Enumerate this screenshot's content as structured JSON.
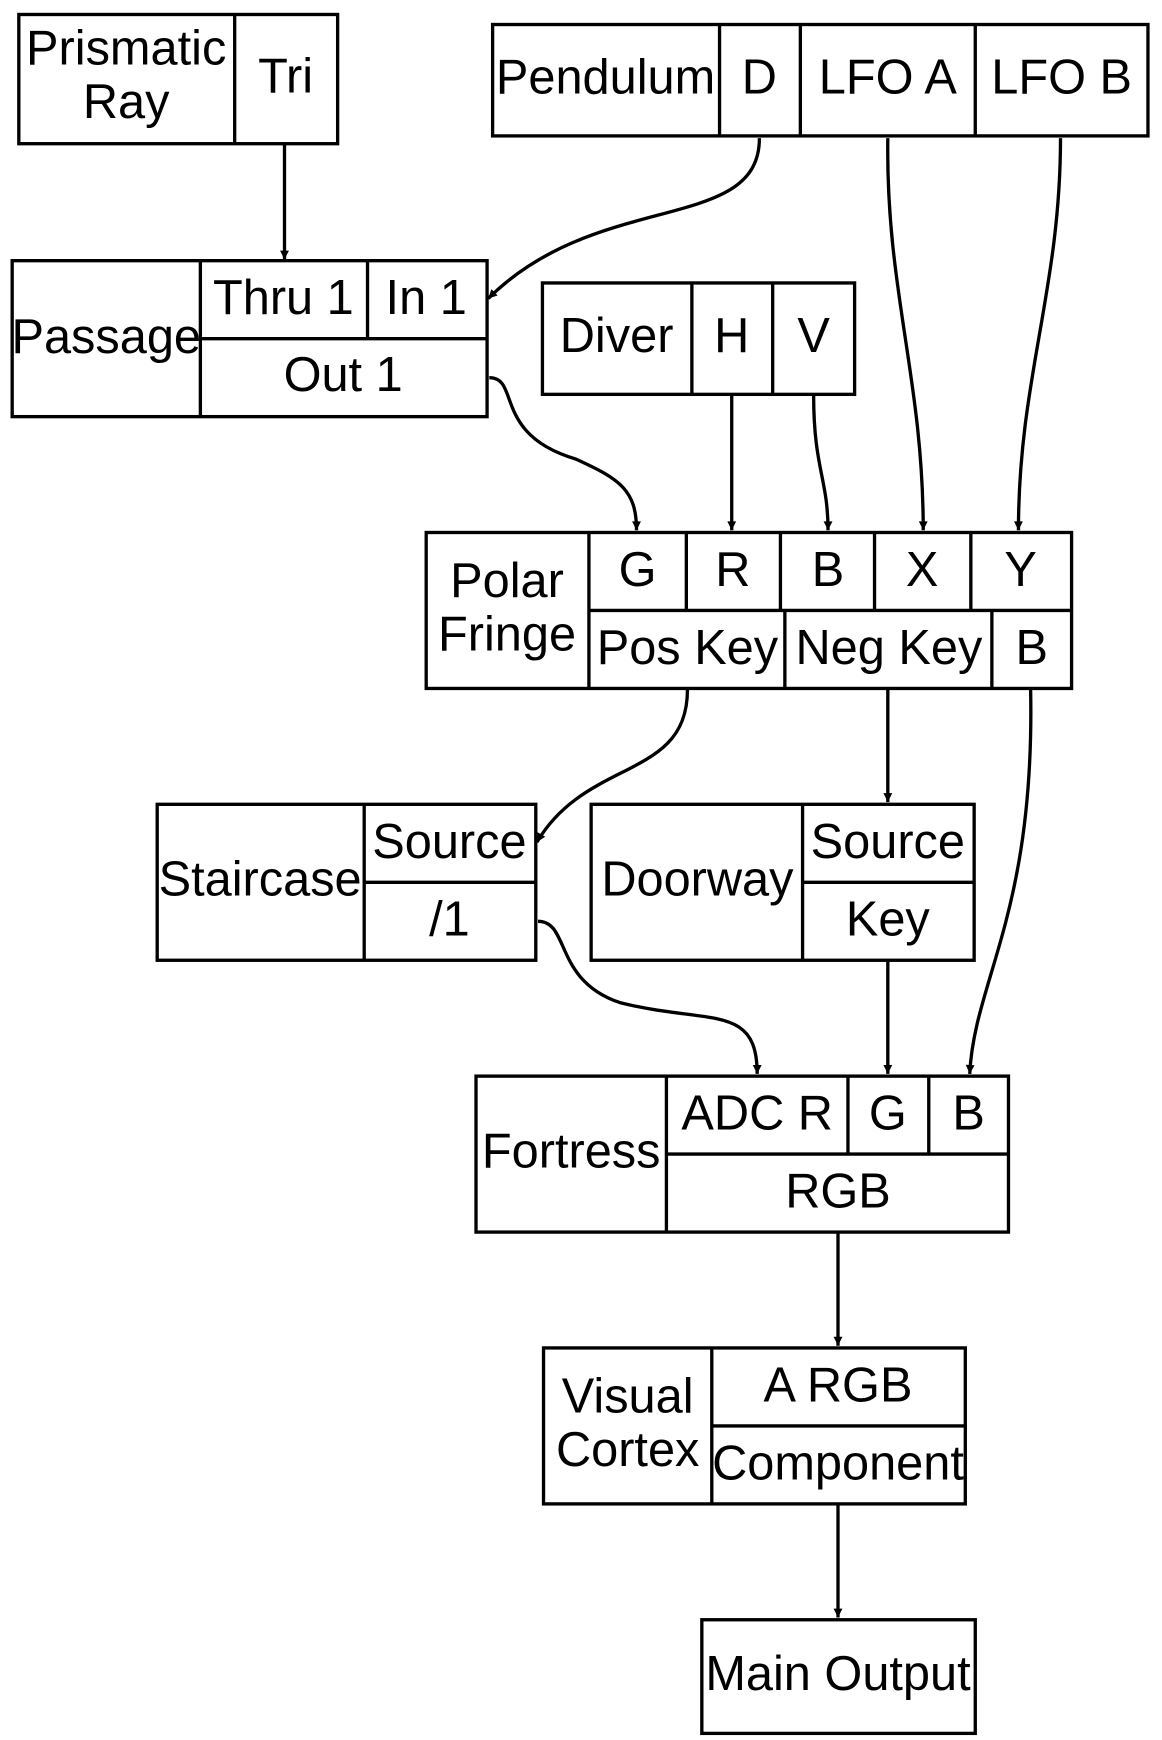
{
  "nodes": {
    "prismatic_ray": {
      "name_line1": "Prismatic",
      "name_line2": "Ray",
      "out_tri": "Tri"
    },
    "pendulum": {
      "name": "Pendulum",
      "out_d": "D",
      "out_lfo_a": "LFO A",
      "out_lfo_b": "LFO B"
    },
    "passage": {
      "name": "Passage",
      "in_thru1": "Thru 1",
      "in_in1": "In 1",
      "out_out1": "Out 1"
    },
    "diver": {
      "name": "Diver",
      "out_h": "H",
      "out_v": "V"
    },
    "polar_fringe": {
      "name_line1": "Polar",
      "name_line2": "Fringe",
      "in_g": "G",
      "in_r": "R",
      "in_b": "B",
      "in_x": "X",
      "in_y": "Y",
      "out_pos_key": "Pos Key",
      "out_neg_key": "Neg Key",
      "out_b": "B"
    },
    "staircase": {
      "name": "Staircase",
      "in_source": "Source",
      "out_div1": "/1"
    },
    "doorway": {
      "name": "Doorway",
      "in_source": "Source",
      "out_key": "Key"
    },
    "fortress": {
      "name": "Fortress",
      "in_adc_r": "ADC R",
      "in_g": "G",
      "in_b": "B",
      "out_rgb": "RGB"
    },
    "visual_cortex": {
      "name_line1": "Visual",
      "name_line2": "Cortex",
      "in_a_rgb": "A RGB",
      "out_component": "Component"
    },
    "main_output": {
      "name": "Main Output"
    }
  },
  "edges": [
    {
      "from": "prismatic_ray.tri",
      "to": "passage.thru1"
    },
    {
      "from": "pendulum.d",
      "to": "passage.in1"
    },
    {
      "from": "pendulum.lfo_a",
      "to": "polar_fringe.x"
    },
    {
      "from": "pendulum.lfo_b",
      "to": "polar_fringe.y"
    },
    {
      "from": "passage.out1",
      "to": "polar_fringe.g"
    },
    {
      "from": "diver.h",
      "to": "polar_fringe.r"
    },
    {
      "from": "diver.v",
      "to": "polar_fringe.b"
    },
    {
      "from": "polar_fringe.pos_key",
      "to": "staircase.source"
    },
    {
      "from": "polar_fringe.neg_key",
      "to": "doorway.source"
    },
    {
      "from": "polar_fringe.b",
      "to": "fortress.b"
    },
    {
      "from": "staircase.div1",
      "to": "fortress.adc_r"
    },
    {
      "from": "doorway.key",
      "to": "fortress.g"
    },
    {
      "from": "fortress.rgb",
      "to": "visual_cortex.a_rgb"
    },
    {
      "from": "visual_cortex.component",
      "to": "main_output"
    }
  ]
}
